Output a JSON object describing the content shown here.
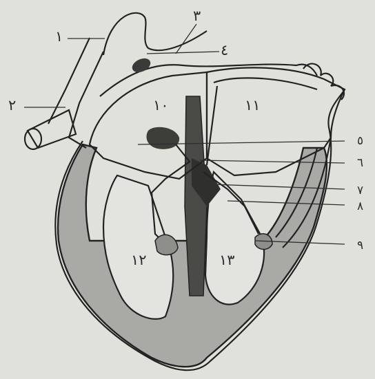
{
  "labels": {
    "l1": "١",
    "l2": "٢",
    "l3": "٣",
    "l4": "٤",
    "l5": "٥",
    "l6": "٦",
    "l7": "٧",
    "l8": "٨",
    "l9": "٩",
    "l10": "١٠",
    "l11": "١١",
    "l12": "١٢",
    "l13": "١٣"
  }
}
